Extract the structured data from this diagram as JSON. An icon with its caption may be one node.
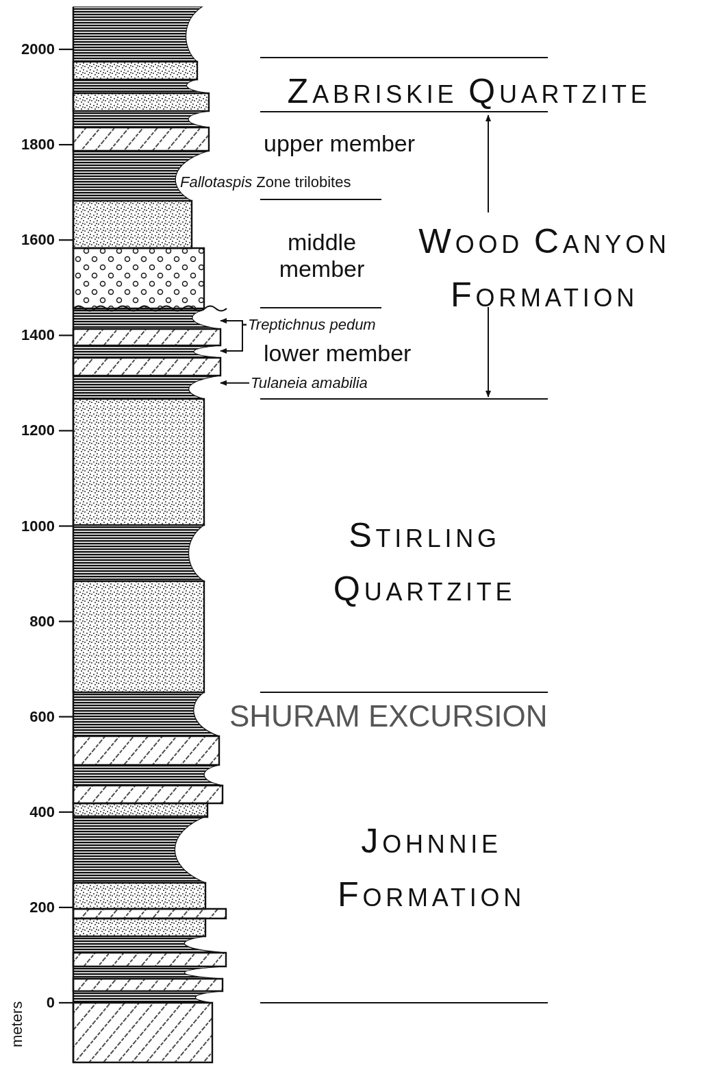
{
  "diagram": {
    "nodes": [
      {
        "text": [
          "Treptichnus pedum"
        ]
      },
      {
        "text": [
          "Tulaneia amabilia"
        ]
      }
    ],
    "edges": [
      {
        "from": 0,
        "to": null,
        "arrow": "to"
      },
      {
        "from": 0,
        "to": null,
        "arrow": "to"
      },
      {
        "from": 1,
        "to": null,
        "arrow": "to"
      }
    ],
    "labels": [
      "2000",
      "1800",
      "1600",
      "1400",
      "1200",
      "1000",
      "800",
      "600",
      "400",
      "200",
      "0",
      "meters",
      "ZABRISKIE QUARTZITE",
      "upper member",
      "*Fallotaspis* Zone trilobites",
      "middle member",
      "WOOD CANYON FORMATION",
      "lower member",
      "STIRLING QUARTZITE",
      "SHURAM EXCURSION",
      "JOHNNIE FORMATION"
    ]
  }
}
